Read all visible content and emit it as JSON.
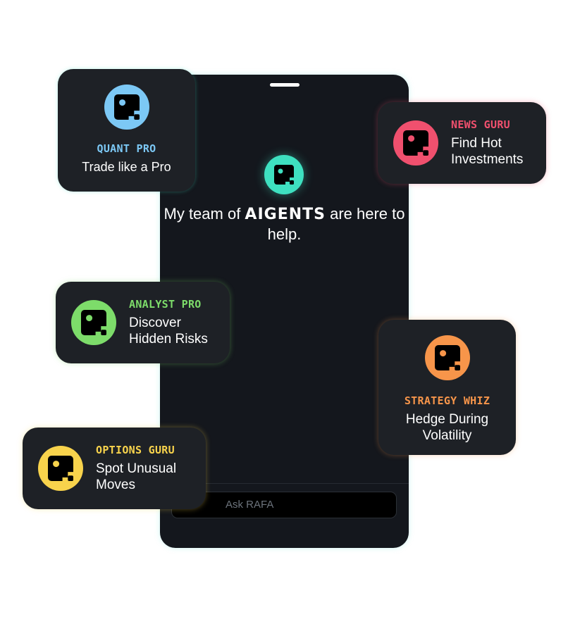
{
  "phone": {
    "headline_prefix": "My team of ",
    "headline_brand": "AIGENTS",
    "headline_suffix": " are here to help.",
    "input_placeholder": "Ask RAFA",
    "center_color": "#3ee0c0"
  },
  "agents": [
    {
      "name": "QUANT PRO",
      "desc": "Trade like a Pro",
      "color": "#7cc8f5"
    },
    {
      "name": "NEWS GURU",
      "desc": "Find Hot Investments",
      "color": "#f0506e"
    },
    {
      "name": "ANALYST PRO",
      "desc": "Discover Hidden Risks",
      "color": "#7ddc6a"
    },
    {
      "name": "STRATEGY WHIZ",
      "desc": "Hedge During Volatility",
      "color": "#f7954a"
    },
    {
      "name": "OPTIONS GURU",
      "desc": "Spot Unusual Moves",
      "color": "#f8d34c"
    }
  ]
}
